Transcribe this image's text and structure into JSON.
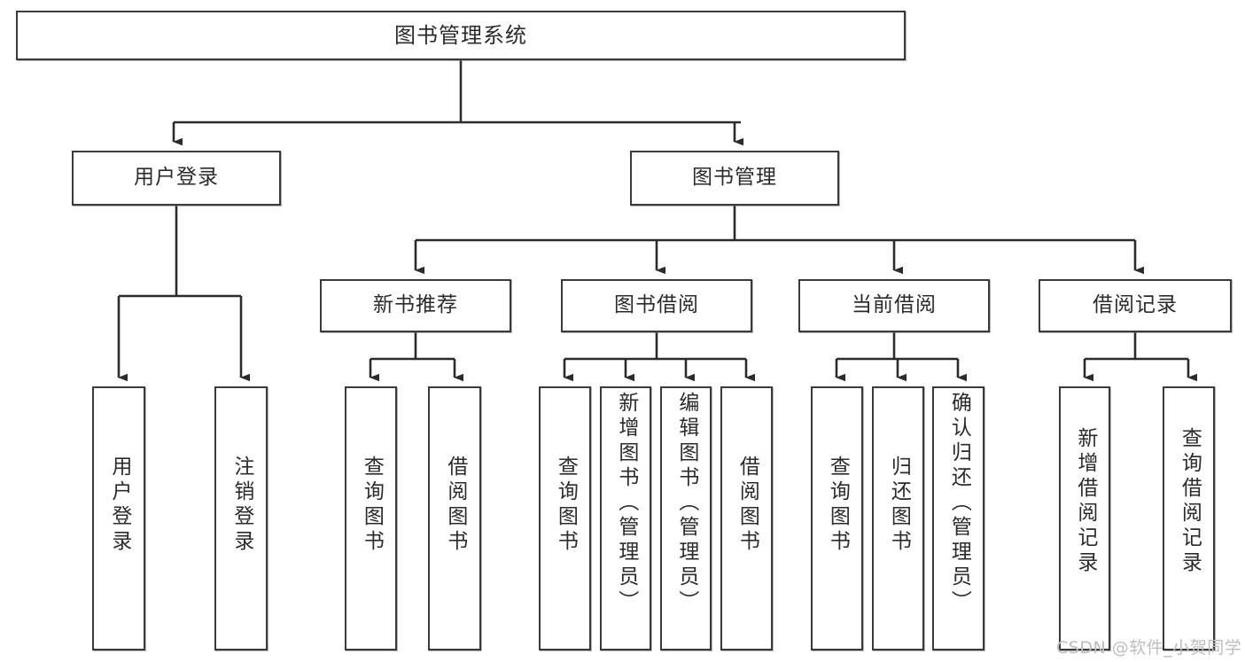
{
  "diagram": {
    "title": "图书管理系统",
    "type": "tree",
    "orientation": "top-down",
    "colors": {
      "box_border": "#3a3a3a",
      "box_fill": "#ffffff",
      "edge": "#2b2b2b",
      "text": "#2b2b2b",
      "watermark": "#bdbdbd",
      "background": "#ffffff"
    },
    "nodes": {
      "root": {
        "label": "图书管理系统"
      },
      "level2": [
        {
          "id": "user-login",
          "label": "用户登录"
        },
        {
          "id": "book-manage",
          "label": "图书管理"
        }
      ],
      "level3": [
        {
          "id": "new-book-recommend",
          "label": "新书推荐"
        },
        {
          "id": "book-borrow",
          "label": "图书借阅"
        },
        {
          "id": "current-borrow",
          "label": "当前借阅"
        },
        {
          "id": "borrow-record",
          "label": "借阅记录"
        }
      ],
      "leaves": [
        {
          "id": "leaf-user-login",
          "label": "用户登录",
          "parent": "user-login"
        },
        {
          "id": "leaf-logout",
          "label": "注销登录",
          "parent": "user-login"
        },
        {
          "id": "leaf-query-book-1",
          "label": "查询图书",
          "parent": "new-book-recommend"
        },
        {
          "id": "leaf-borrow-book-1",
          "label": "借阅图书",
          "parent": "new-book-recommend"
        },
        {
          "id": "leaf-query-book-2",
          "label": "查询图书",
          "parent": "book-borrow"
        },
        {
          "id": "leaf-add-book",
          "label": "新增图书（管理员）",
          "parent": "book-borrow"
        },
        {
          "id": "leaf-edit-book",
          "label": "编辑图书（管理员）",
          "parent": "book-borrow"
        },
        {
          "id": "leaf-borrow-book-2",
          "label": "借阅图书",
          "parent": "book-borrow"
        },
        {
          "id": "leaf-query-book-3",
          "label": "查询图书",
          "parent": "current-borrow"
        },
        {
          "id": "leaf-return-book",
          "label": "归还图书",
          "parent": "current-borrow"
        },
        {
          "id": "leaf-confirm-return",
          "label": "确认归还（管理员）",
          "parent": "current-borrow"
        },
        {
          "id": "leaf-add-record",
          "label": "新增借阅记录",
          "parent": "borrow-record"
        },
        {
          "id": "leaf-query-record",
          "label": "查询借阅记录",
          "parent": "borrow-record"
        }
      ]
    },
    "watermark": "CSDN @软件_小贺同学"
  }
}
